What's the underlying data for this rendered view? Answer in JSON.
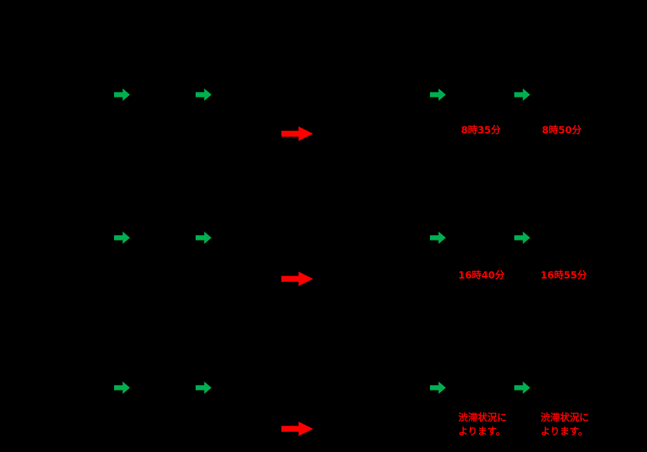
{
  "diagram": {
    "rows": [
      {
        "left_label": "8時35分",
        "right_label": "8時50分"
      },
      {
        "left_label": "16時40分",
        "right_label": "16時55分"
      },
      {
        "left_label": "渋滞状況に\nよります。",
        "right_label": "渋滞状況に\nよります。"
      }
    ]
  },
  "icons": {
    "green_arrow": "right-block-arrow",
    "red_arrow": "right-block-arrow-large"
  },
  "colors": {
    "background": "#000000",
    "green": "#00b050",
    "red": "#ff0000"
  }
}
